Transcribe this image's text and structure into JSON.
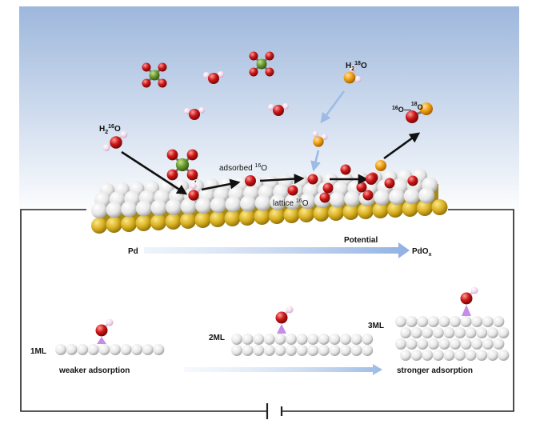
{
  "labels": {
    "water_left": {
      "base": "H",
      "sub": "2",
      "sup": "16",
      "tail": "O"
    },
    "water_right": {
      "base": "H",
      "sub": "2",
      "sup": "18",
      "tail": "O"
    },
    "product": {
      "sup1": "16",
      "mid": "O—",
      "sup2": "18",
      "tail": "O"
    },
    "adsorbed": {
      "text": "adsorbed ",
      "sup": "16",
      "tail": "O"
    },
    "lattice": {
      "text": "lattice ",
      "sup": "16",
      "tail": "O"
    },
    "pd": "Pd",
    "potential": "Potential",
    "pdox": {
      "base": "PdO",
      "sub": "x"
    },
    "ml1": "1ML",
    "ml2": "2ML",
    "ml3": "3ML",
    "weaker": "weaker adsorption",
    "stronger": "stronger adsorption"
  },
  "colors": {
    "sky_top": "#9db7dc",
    "sky_bottom": "#ffffff",
    "pd_atom": "#e8e8e8",
    "gold_atom": "#d9b020",
    "oxygen_16": "#cc1515",
    "oxygen_18": "#f0a010",
    "hydrogen": "#f0d8ec",
    "sulfate_center": "#6a9a30",
    "arrow_blue": "#9dbbe6",
    "adsorption_marker": "#c58ce8"
  },
  "icons": {
    "sulfate": "sulfate-ion-icon",
    "water": "water-molecule-icon",
    "battery": "battery-symbol-icon"
  }
}
